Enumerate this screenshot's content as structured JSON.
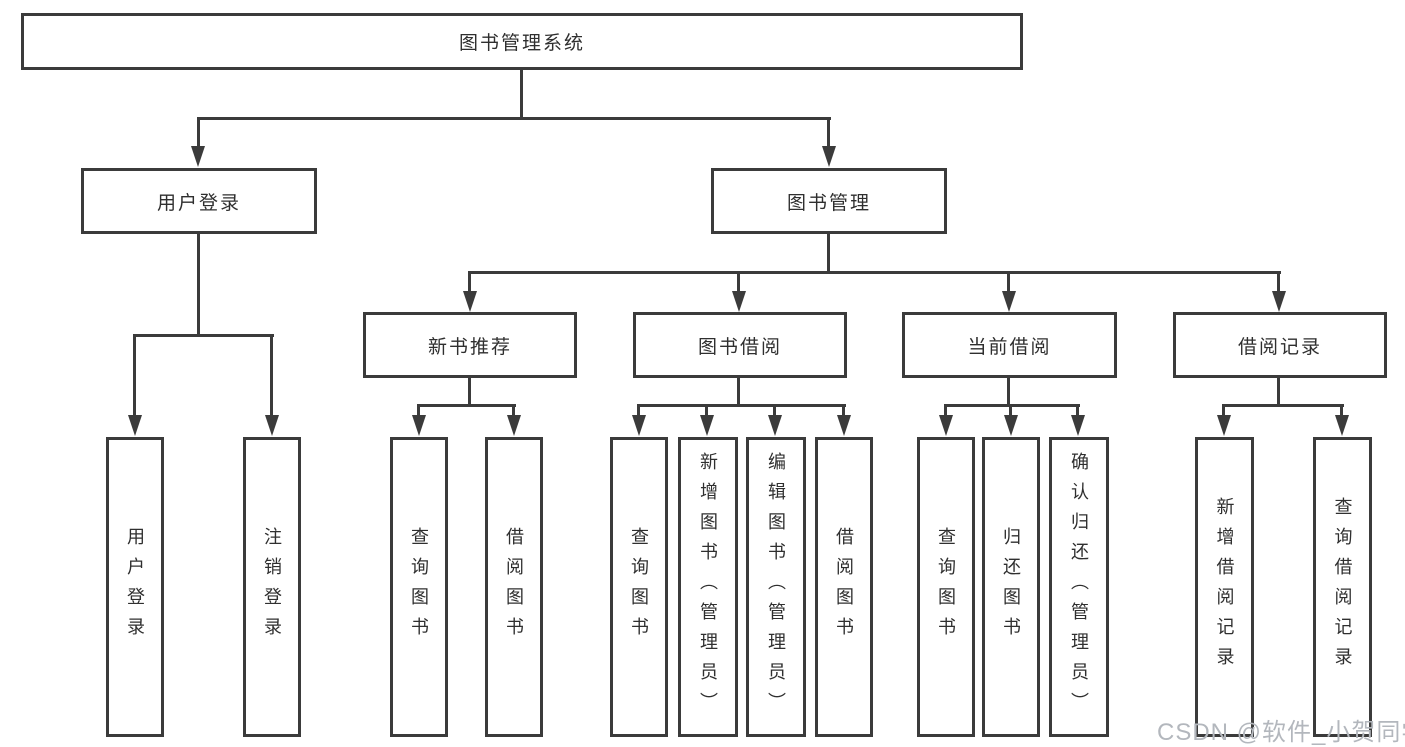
{
  "diagram": {
    "root": {
      "label": "图书管理系统"
    },
    "branches": [
      {
        "label": "用户登录",
        "children": [
          {
            "label": "用户登录"
          },
          {
            "label": "注销登录"
          }
        ]
      },
      {
        "label": "图书管理",
        "children": [
          {
            "label": "新书推荐",
            "children": [
              {
                "label": "查询图书"
              },
              {
                "label": "借阅图书"
              }
            ]
          },
          {
            "label": "图书借阅",
            "children": [
              {
                "label": "查询图书"
              },
              {
                "label": "新增图书（管理员）"
              },
              {
                "label": "编辑图书（管理员）"
              },
              {
                "label": "借阅图书"
              }
            ]
          },
          {
            "label": "当前借阅",
            "children": [
              {
                "label": "查询图书"
              },
              {
                "label": "归还图书"
              },
              {
                "label": "确认归还（管理员）"
              }
            ]
          },
          {
            "label": "借阅记录",
            "children": [
              {
                "label": "新增借阅记录"
              },
              {
                "label": "查询借阅记录"
              }
            ]
          }
        ]
      }
    ]
  },
  "watermark": {
    "text": "CSDN @软件_小贺同学"
  },
  "colors": {
    "line": "#3b3b3b",
    "text": "#2f2f2f",
    "watermark": "#b3b7bd",
    "background": "#ffffff"
  }
}
